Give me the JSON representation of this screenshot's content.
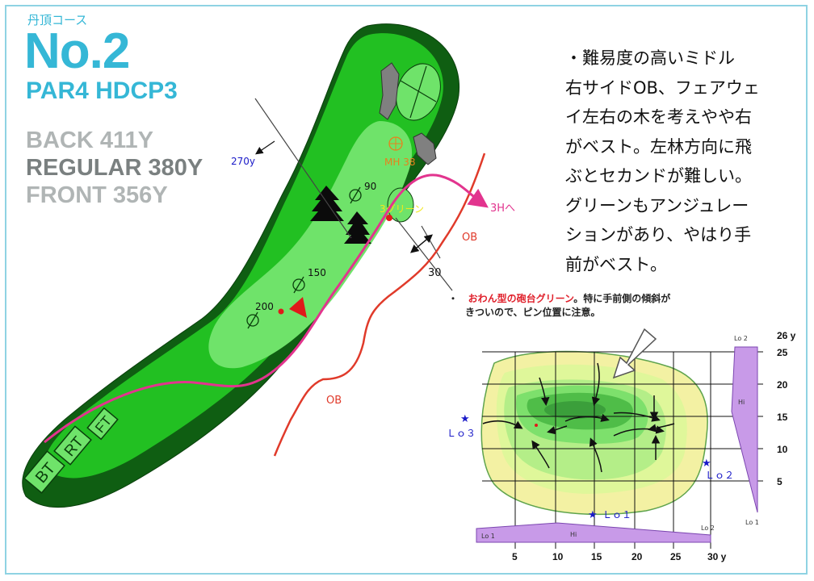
{
  "course_name": "丹頂コース",
  "hole_number": "No.2",
  "par_hdcp": "PAR4 HDCP3",
  "yardages": {
    "back": "BACK 411Y",
    "regular": "REGULAR 380Y",
    "front": "FRONT 356Y"
  },
  "description_lines": [
    "・難易度の高いミドル",
    "右サイドOB、フェアウェ",
    "イ左右の木を考えやや右",
    "がベスト。左林方向に飛",
    "ぶとセカンドが難しい。",
    "グリーンもアンジュレー",
    "ションがあり、やはり手",
    "前がベスト。"
  ],
  "map": {
    "tees": [
      "BT",
      "RT",
      "FT"
    ],
    "distance_marks": [
      "200",
      "150",
      "90"
    ],
    "landing_270": "270y",
    "mh_label": "MH 38",
    "green_3_label": "3グリーン",
    "next_hole": "3Hへ",
    "ob_labels": [
      "OB",
      "OB"
    ],
    "carry_30": "30"
  },
  "green_note": {
    "bullet": "・",
    "highlight": "おわん型の砲台グリーン",
    "text1": "。特に手前側の傾斜が",
    "text2": "きついので、ピン位置に注意。"
  },
  "green_diagram": {
    "y_axis_label": "26 y",
    "y_ticks": [
      "25",
      "20",
      "15",
      "10",
      "5"
    ],
    "x_ticks": [
      "5",
      "10",
      "15",
      "20",
      "25",
      "30 y"
    ],
    "pin_positions": [
      "Ｌｏ３",
      "Ｌｏ２",
      "Ｌｏ１"
    ],
    "side_profile": {
      "top": "Lo 2",
      "mid": "Hi",
      "bottom": "Lo 1"
    },
    "bottom_profile": {
      "left": "Lo 1",
      "mid": "Hi",
      "right": "Lo 2"
    }
  },
  "colors": {
    "accent": "#35b7d6",
    "fairway": "#22c022",
    "rough": "#0f5e12",
    "green": "#7fe879",
    "ob_line": "#e03a2a",
    "route_line": "#e2348e",
    "slope_profile": "#c89ae8"
  }
}
